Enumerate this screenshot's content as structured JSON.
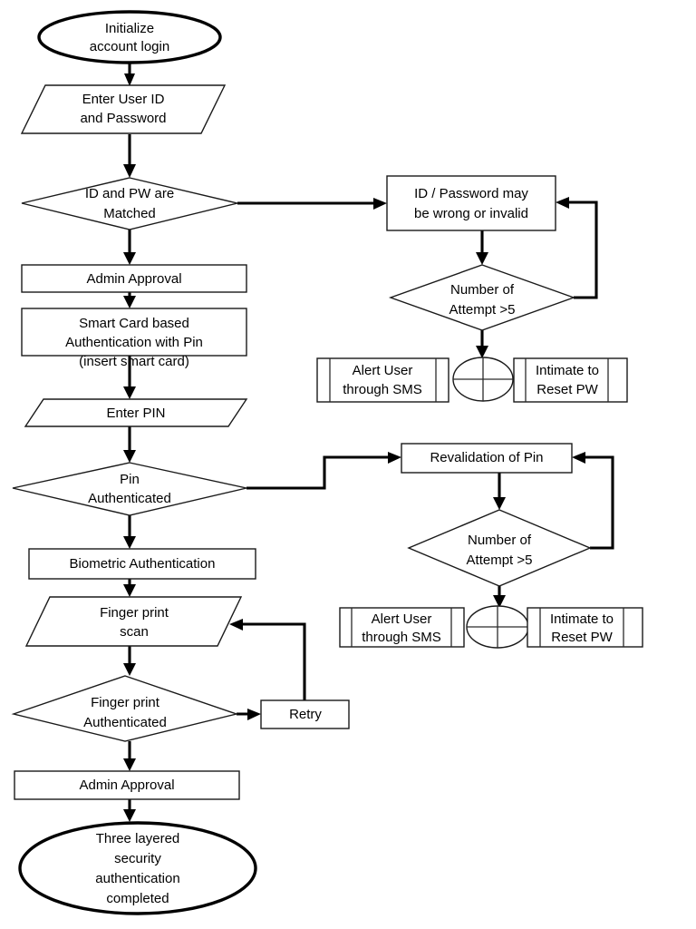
{
  "diagram": {
    "title": "Three layered security authentication flowchart",
    "colors": {
      "background": "#ffffff",
      "stroke": "#000000",
      "shape_fill": "#ffffff",
      "text": "#000000"
    }
  },
  "nodes": {
    "start": {
      "shape": "ellipse",
      "line1": "Initialize",
      "line2": "account login"
    },
    "enter_credentials": {
      "shape": "parallelogram",
      "line1": "Enter User ID",
      "line2": "and Password"
    },
    "id_pw_matched": {
      "shape": "diamond",
      "line1": "ID and PW are",
      "line2": "Matched"
    },
    "admin_approval_1": {
      "shape": "rectangle",
      "line1": "Admin Approval"
    },
    "smart_card": {
      "shape": "rectangle",
      "line1": "Smart Card based",
      "line2": "Authentication with Pin",
      "line3": "(insert smart card)"
    },
    "enter_pin": {
      "shape": "parallelogram",
      "line1": "Enter PIN"
    },
    "pin_authenticated": {
      "shape": "diamond",
      "line1": "Pin",
      "line2": "Authenticated"
    },
    "biometric_auth": {
      "shape": "rectangle",
      "line1": "Biometric Authentication"
    },
    "finger_print_scan": {
      "shape": "parallelogram",
      "line1": "Finger print",
      "line2": "scan"
    },
    "finger_print_authenticated": {
      "shape": "diamond",
      "line1": "Finger print",
      "line2": "Authenticated"
    },
    "retry": {
      "shape": "rectangle",
      "line1": "Retry"
    },
    "admin_approval_2": {
      "shape": "rectangle",
      "line1": "Admin Approval"
    },
    "end": {
      "shape": "ellipse",
      "line1": "Three layered",
      "line2": "security",
      "line3": "authentication",
      "line4": "completed"
    },
    "id_pw_invalid": {
      "shape": "rectangle",
      "line1": "ID / Password may",
      "line2": "be wrong or invalid"
    },
    "attempts_1": {
      "shape": "diamond",
      "line1": "Number of",
      "line2": "Attempt >5"
    },
    "alert_sms_1": {
      "shape": "predefined-process",
      "line1": "Alert User",
      "line2": "through SMS"
    },
    "junction_1": {
      "shape": "summing-junction",
      "label": "or-junction"
    },
    "intimate_reset_1": {
      "shape": "predefined-process",
      "line1": "Intimate to",
      "line2": "Reset PW"
    },
    "revalidation_pin": {
      "shape": "rectangle",
      "line1": "Revalidation of Pin"
    },
    "attempts_2": {
      "shape": "diamond",
      "line1": "Number of",
      "line2": "Attempt >5"
    },
    "alert_sms_2": {
      "shape": "predefined-process",
      "line1": "Alert User",
      "line2": "through SMS"
    },
    "junction_2": {
      "shape": "summing-junction",
      "label": "or-junction"
    },
    "intimate_reset_2": {
      "shape": "predefined-process",
      "line1": "Intimate to",
      "line2": "Reset PW"
    }
  }
}
